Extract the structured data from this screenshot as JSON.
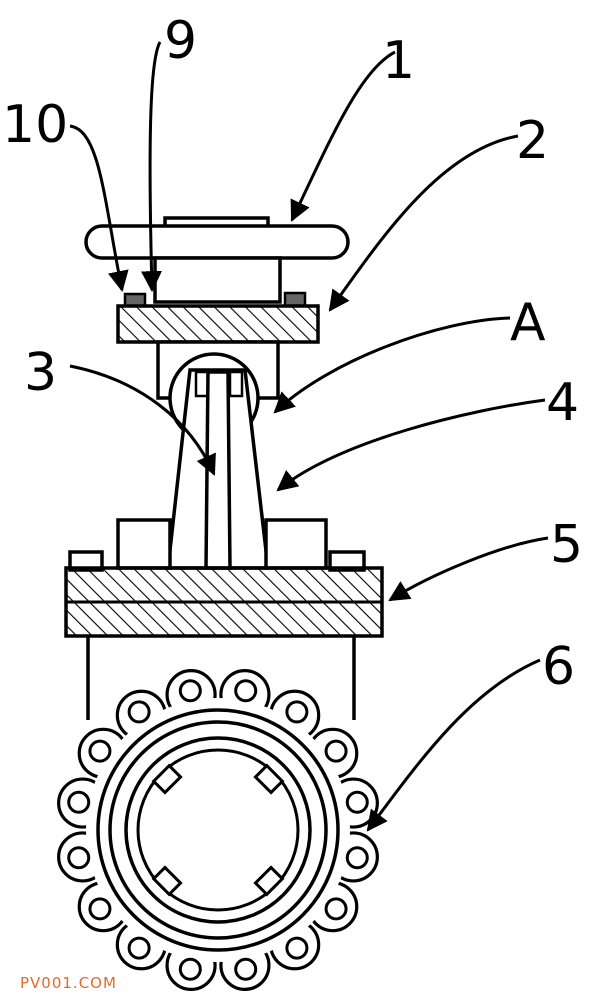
{
  "labels": {
    "l1": "1",
    "l2": "2",
    "l3": "3",
    "l4": "4",
    "l5": "5",
    "l6": "6",
    "l9": "9",
    "l10": "10",
    "lA": "A"
  },
  "watermark": "PV001.COM",
  "colors": {
    "line": "#000000",
    "background": "#ffffff",
    "watermark": "#e46a2a"
  }
}
